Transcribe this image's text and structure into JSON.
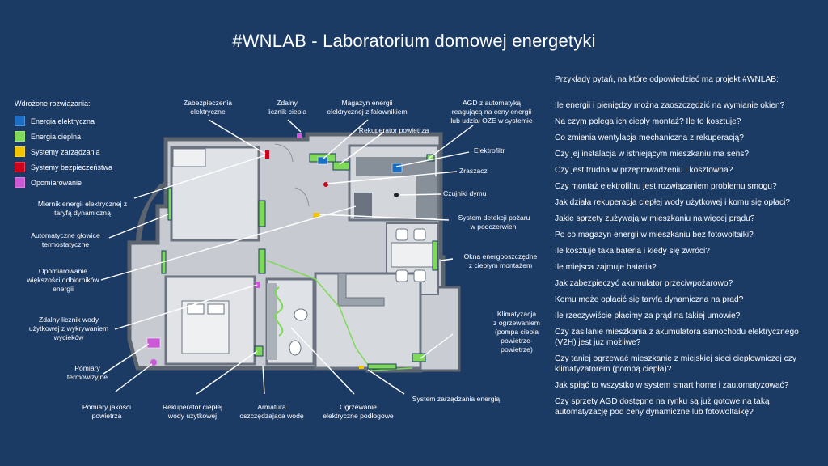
{
  "title": "#WNLAB - Laboratorium domowej energetyki",
  "legend": {
    "title": "Wdrożone rozwiązania:",
    "items": [
      {
        "label": "Energia elektryczna",
        "color": "#1a6fc4"
      },
      {
        "label": "Energia cieplna",
        "color": "#7ed957"
      },
      {
        "label": "Systemy zarządzania",
        "color": "#f2c400"
      },
      {
        "label": "Systemy bezpieczeństwa",
        "color": "#d0021b"
      },
      {
        "label": "Opomiarowanie",
        "color": "#cc5ad6"
      }
    ]
  },
  "labels": {
    "zabezpieczenia": "Zabezpieczenia\nelektryczne",
    "zdalny_cieplo": "Zdalny\nlicznik ciepła",
    "magazyn": "Magazyn energii\nelektrycznej z falownikiem",
    "agd": "AGD z automatyką\nreagującą na ceny energii\nlub udział OZE w systemie",
    "rekuperator_powietrza": "Rekuperator powietrza",
    "elektrofiltr": "Elektrofiltr",
    "zraszacz": "Zraszacz",
    "czujniki": "Czujniki dymu",
    "detekcja": "System detekcji pożaru\nw podczerwieni",
    "okna": "Okna energooszczędne\nz ciepłym montażem",
    "miernik": "Miernik energii elektrycznej z\ntaryfą dynamiczną",
    "glowice": "Automatyczne głowice\ntermostatyczne",
    "opomiarowanie": "Opomiarowanie\nwiększości odbiorników\nenergii",
    "licznik_wody": "Zdalny licznik wody\nużytkowej z wykrywaniem\nwycieków",
    "termowizyjne": "Pomiary\ntermowizyjne",
    "jakosc": "Pomiary jakości\npowietrza",
    "rekuperator_wody": "Rekuperator ciepłej\nwody użytkowej",
    "armatura": "Armatura\noszczędzająca wodę",
    "ogrzewanie": "Ogrzewanie\nelektryczne podłogowe",
    "system_energia": "System zarządzania energią",
    "klimatyzacja": "Klimatyzacja\nz ogrzewaniem\n(pompa ciepła\npowietrze-\npowietrze)"
  },
  "questions": {
    "heading": "Przykłady pytań, na które odpowiedzieć ma projekt #WNLAB:",
    "items": [
      "Ile energii i pieniędzy można zaoszczędzić na wymianie okien?",
      "Na czym polega ich ciepły montaż? Ile to kosztuje?",
      "Co zmienia wentylacja mechaniczna z rekuperacją?",
      "Czy jej instalacja w istniejącym mieszkaniu ma sens?",
      "Czy jest trudna w przeprowadzeniu i kosztowna?",
      "Czy montaż elektrofiltru jest rozwiązaniem problemu smogu?",
      "Jak działa rekuperacja ciepłej wody użytkowej i komu się opłaci?",
      "Jakie sprzęty zużywają w mieszkaniu najwięcej prądu?",
      "Po co magazyn energii w mieszkaniu bez fotowoltaiki?",
      "Ile kosztuje taka bateria i kiedy się zwróci?",
      "Ile miejsca zajmuje bateria?",
      "Jak zabezpieczyć akumulator przeciwpożarowo?",
      "Komu może opłacić się taryfa dynamiczna na prąd?",
      "Ile rzeczywiście płacimy za prąd na takiej umowie?",
      "Czy zasilanie mieszkania z akumulatora samochodu elektrycznego (V2H) jest już możliwe?",
      "Czy taniej ogrzewać mieszkanie z miejskiej sieci ciepłowniczej czy klimatyzatorem (pompą ciepła)?",
      "Jak spiąć to wszystko w system smart home i zautomatyzować?",
      "Czy sprzęty AGD dostępne na rynku są już gotowe na taką automatyzację pod ceny dynamiczne lub fotowoltaikę?"
    ]
  }
}
